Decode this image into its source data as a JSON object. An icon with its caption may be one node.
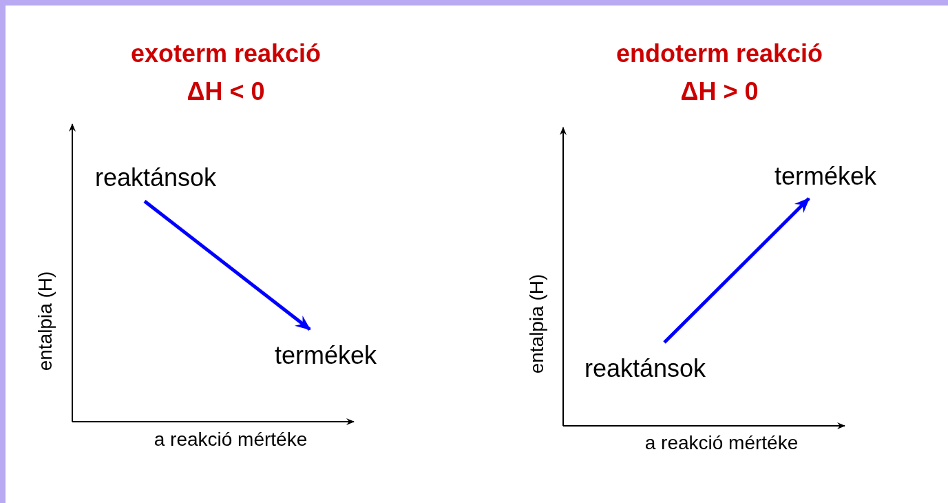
{
  "diagram": {
    "nodes": [
      {
        "text": [
          "reaktánsok"
        ]
      },
      {
        "text": [
          "termékek"
        ]
      },
      {
        "text": [
          "termékek"
        ]
      },
      {
        "text": [
          "reaktánsok"
        ]
      }
    ],
    "edges": [
      {
        "from": 0,
        "to": 1,
        "arrow": "to"
      },
      {
        "from": 3,
        "to": 2,
        "arrow": "to"
      }
    ],
    "labels": [
      "exoterm reakció",
      "ΔH < 0",
      "endoterm reakció",
      "ΔH > 0",
      "entalpia (H)",
      "a reakció mértéke",
      "entalpia (H)",
      "a reakció mértéke"
    ]
  }
}
